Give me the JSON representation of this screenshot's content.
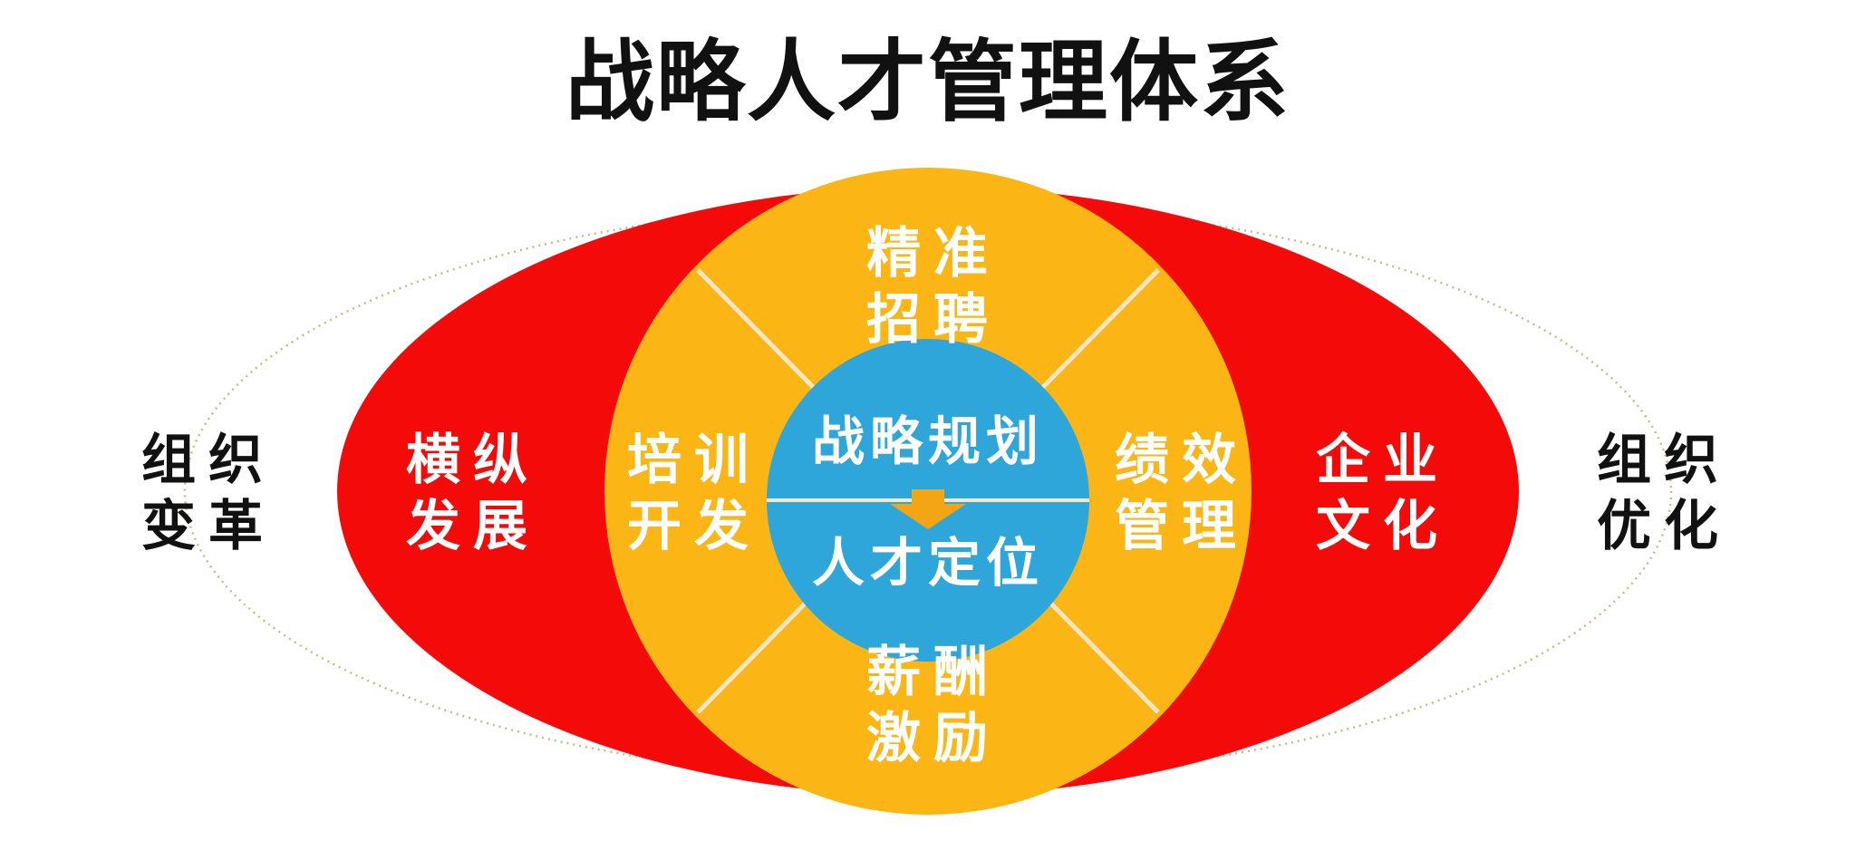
{
  "title": "战略人才管理体系",
  "colors": {
    "outer_ellipse": "#f50a0a",
    "middle_circle": "#fbb615",
    "core_circle": "#2fa6d9",
    "arrow": "#f3a514",
    "divider": "#f6e6c8",
    "outline_ring": "#c9b98a",
    "text_dark": "#111111",
    "text_light": "#ffffff"
  },
  "outer_labels": {
    "left": "组织\n变革",
    "right": "组织\n优化"
  },
  "red_ring_labels": {
    "left": "横纵\n发展",
    "right": "企业\n文化"
  },
  "middle_ring_labels": {
    "top": "精准\n招聘",
    "bottom": "薪酬\n激励",
    "left": "培训\n开发",
    "right": "绩效\n管理"
  },
  "core": {
    "upper": "战略规划",
    "lower": "人才定位",
    "arrow_icon": "down-arrow-icon"
  }
}
